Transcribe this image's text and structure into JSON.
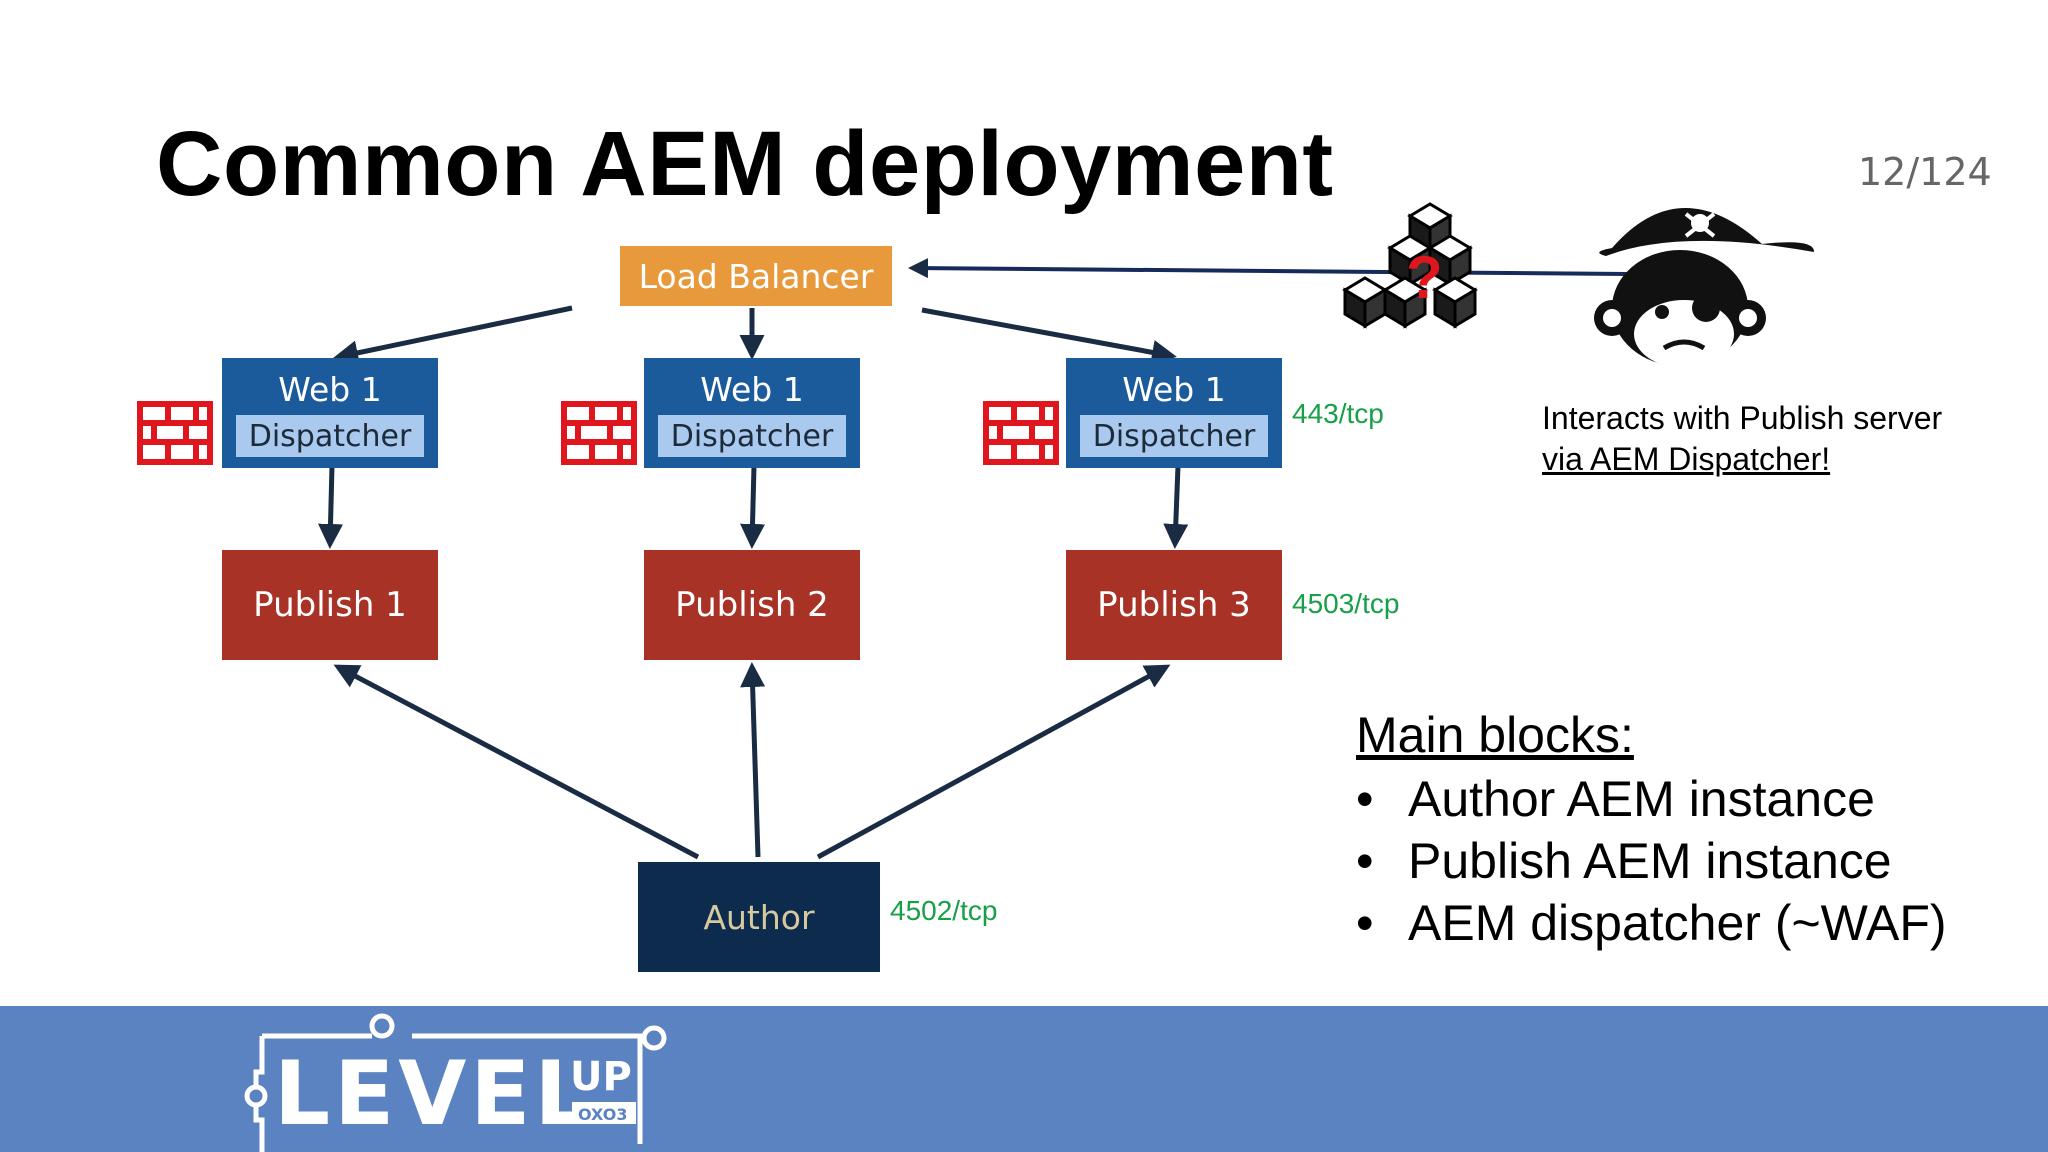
{
  "slide": {
    "title": "Common AEM deployment",
    "page_number": "12/124"
  },
  "diagram": {
    "load_balancer": "Load Balancer",
    "web_nodes": [
      {
        "label": "Web 1",
        "sub": "Dispatcher"
      },
      {
        "label": "Web 1",
        "sub": "Dispatcher"
      },
      {
        "label": "Web 1",
        "sub": "Dispatcher"
      }
    ],
    "publish_nodes": [
      "Publish 1",
      "Publish 2",
      "Publish 3"
    ],
    "author": "Author",
    "ports": {
      "dispatcher": "443/tcp",
      "publish": "4503/tcp",
      "author": "4502/tcp"
    },
    "colors": {
      "load_balancer": "#e8993c",
      "web": "#1b5a9b",
      "dispatcher": "#a9c9ee",
      "publish": "#a83226",
      "author": "#0d2b4c",
      "port_text": "#18a048",
      "firewall": "#e0161e",
      "footer": "#5b83c1"
    }
  },
  "attacker": {
    "icon": "pirate-monkey-icon",
    "cube_icon": "unknown-cubes-icon",
    "cube_mark": "?",
    "note_line1": "Interacts with Publish server",
    "note_line2": "via AEM Dispatcher!"
  },
  "main_blocks": {
    "heading": "Main blocks:",
    "items": [
      "Author AEM instance",
      "Publish AEM instance",
      "AEM dispatcher (~WAF)"
    ]
  },
  "footer": {
    "logo_text": "LEVEL",
    "logo_up": "UP",
    "logo_small": "OXO3"
  }
}
